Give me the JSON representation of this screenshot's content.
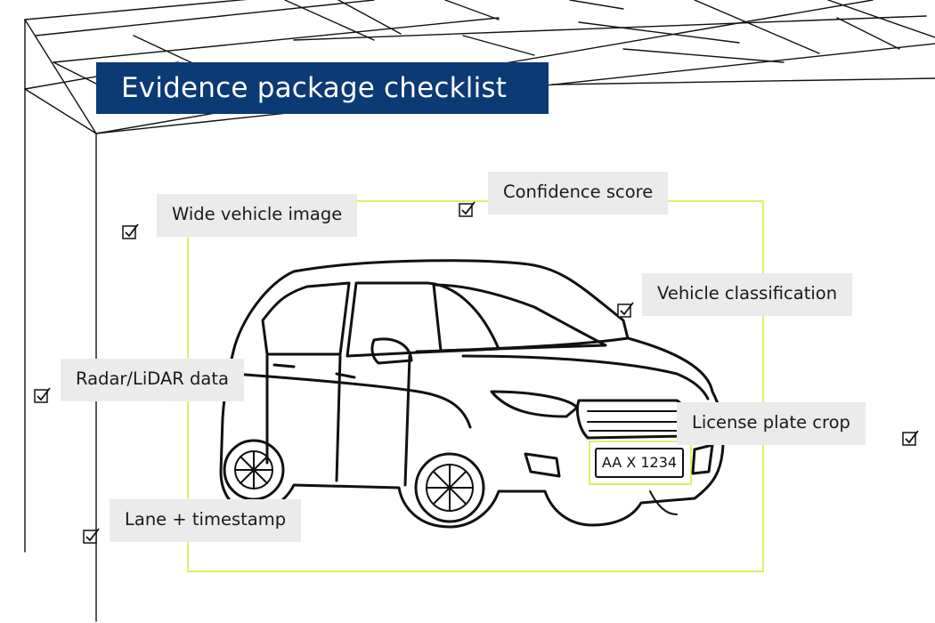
{
  "header": {
    "title": "Evidence package checklist"
  },
  "checklist": [
    {
      "label": "Wide vehicle image",
      "checked": true
    },
    {
      "label": "Confidence score",
      "checked": true
    },
    {
      "label": "Vehicle classification",
      "checked": true
    },
    {
      "label": "Radar/LiDAR data",
      "checked": true
    },
    {
      "label": "License plate crop",
      "checked": true
    },
    {
      "label": "Lane + timestamp",
      "checked": true
    }
  ],
  "vehicle": {
    "plate_text": "AA X 1234"
  },
  "icons": {
    "checkbox": "checked-box-icon",
    "vehicle": "car-icon",
    "gantry": "gantry-structure"
  },
  "colors": {
    "title_bg": "#0b3a75",
    "highlight": "#d9f26a",
    "label_bg": "#ebebeb"
  }
}
